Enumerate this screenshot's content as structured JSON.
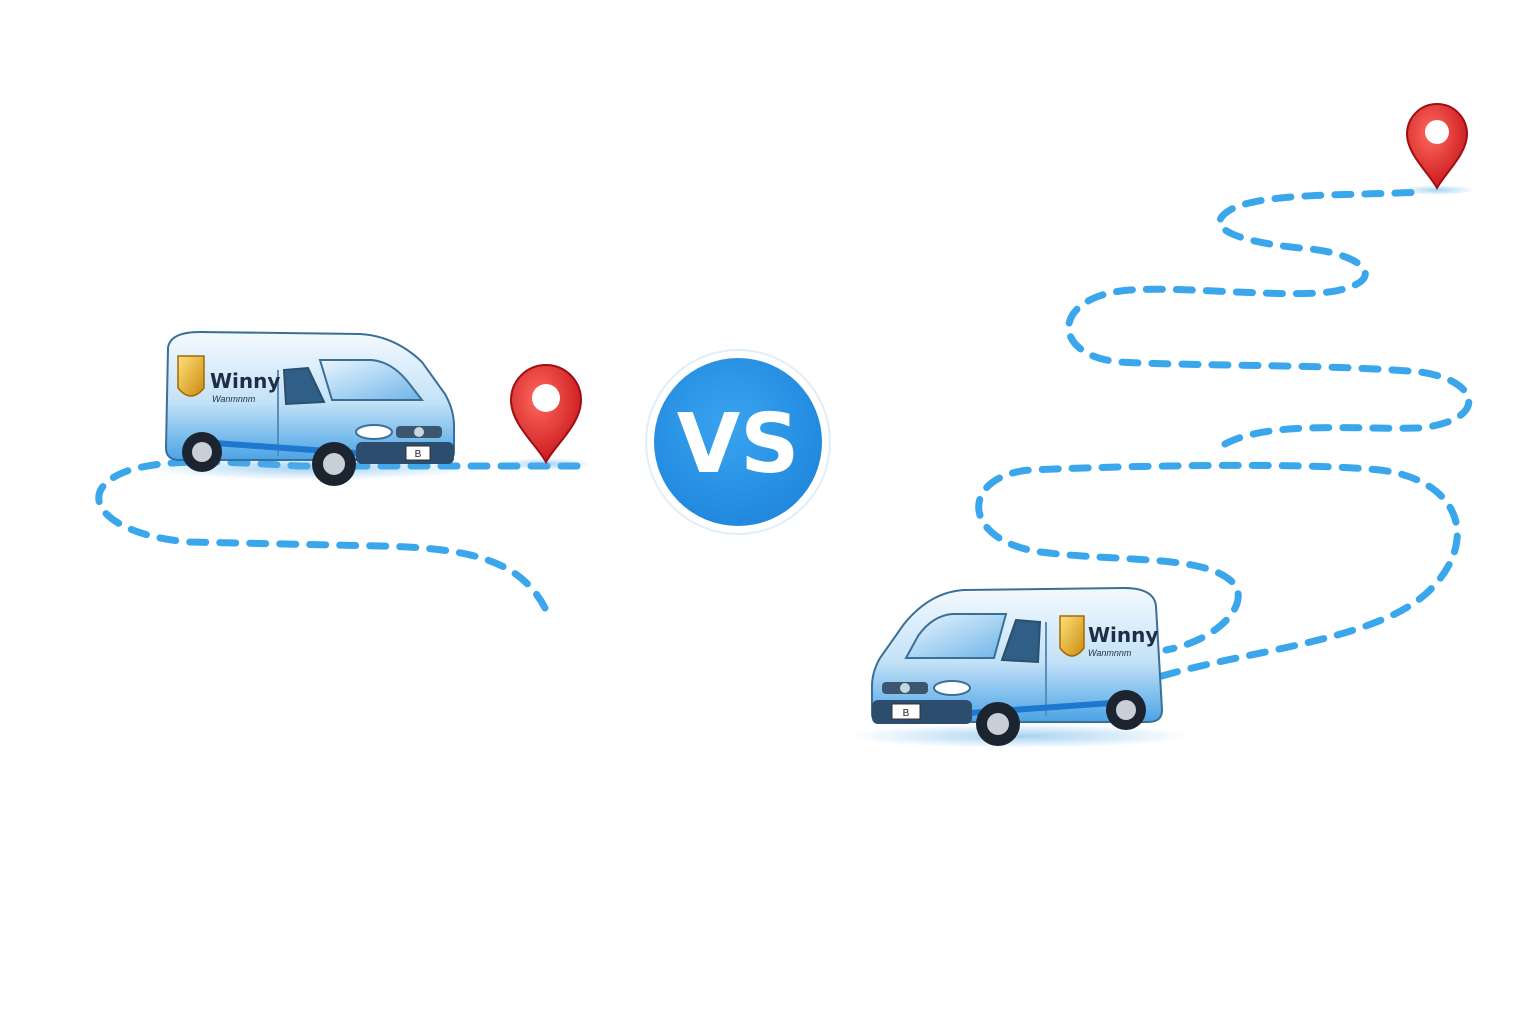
{
  "comparison": {
    "badge_label": "VS",
    "accent_color": "#2d8fe0",
    "route_color": "#3aa6ec",
    "pin_color": "#e02424"
  },
  "left_scene": {
    "description_role": "short-route",
    "van": {
      "brand_name": "Winny",
      "brand_subline": "Wanmnnm",
      "plate": "B",
      "logo_icon": "gold-crest-icon",
      "body_color": "#a9d4f2"
    },
    "destination_pin_icon": "map-pin-icon"
  },
  "right_scene": {
    "description_role": "winding-route",
    "van": {
      "brand_name": "Winny",
      "brand_subline": "Wanmnnm",
      "plate": "B",
      "logo_icon": "gold-crest-icon",
      "body_color": "#a9d4f2"
    },
    "destination_pin_icon": "map-pin-icon"
  }
}
